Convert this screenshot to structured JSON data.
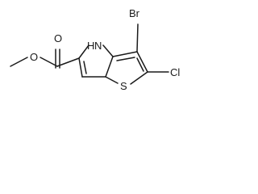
{
  "molecule": {
    "atoms": {
      "bromine": "Br",
      "chlorine": "Cl",
      "sulfur": "S",
      "nitrogen_h": "H",
      "nitrogen": "N",
      "carbonyl_oxygen": "O",
      "ester_oxygen": "O"
    }
  }
}
